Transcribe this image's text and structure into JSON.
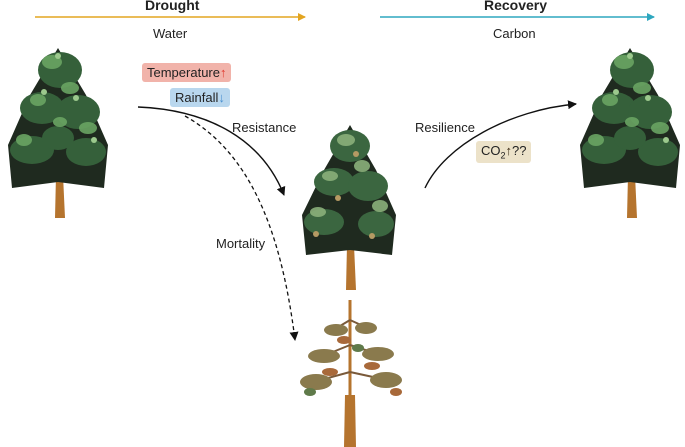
{
  "phases": {
    "drought": {
      "title": "Drought",
      "subtitle": "Water",
      "color": "#e3a520"
    },
    "recovery": {
      "title": "Recovery",
      "subtitle": "Carbon",
      "color": "#2ea7bf"
    }
  },
  "drivers": {
    "temperature": {
      "label": "Temperature",
      "arrow": "↑",
      "color": "#f1b3aa"
    },
    "rainfall": {
      "label": "Rainfall",
      "arrow": "↓",
      "color": "#b9d7ee"
    }
  },
  "co2": {
    "text": "CO",
    "sub": "2",
    "arrow": "↑",
    "suffix": "??",
    "color": "#ece2c9"
  },
  "pathways": {
    "resistance": "Resistance",
    "mortality": "Mortality",
    "resilience": "Resilience"
  },
  "trees": {
    "initial": "healthy-tree",
    "stressed": "stressed-tree",
    "dead": "dead-tree",
    "recovered": "healthy-tree"
  }
}
